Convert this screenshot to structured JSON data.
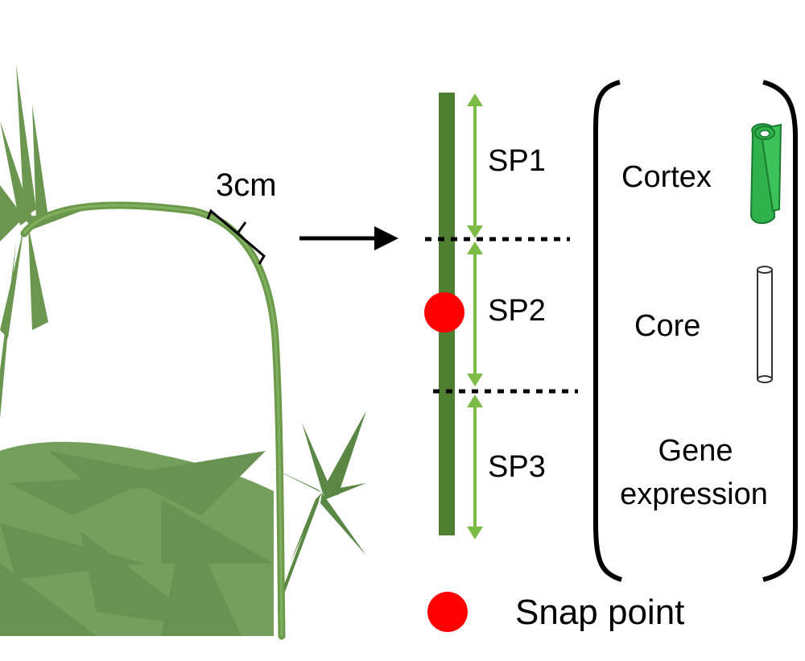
{
  "measurement_label": "3cm",
  "segments": [
    {
      "label": "SP1"
    },
    {
      "label": "SP2"
    },
    {
      "label": "SP3"
    }
  ],
  "tissues": [
    {
      "label": "Cortex",
      "icon": "green-rolled-bark-icon"
    },
    {
      "label": "Core",
      "icon": "white-cylinder-icon"
    }
  ],
  "analysis": {
    "line1": "Gene",
    "line2": "expression"
  },
  "legend": {
    "label": "Snap point"
  },
  "colors": {
    "stem_dark": "#4f7f30",
    "arrow_green": "#7dbb47",
    "snap_point": "#ff0000",
    "cortex_green": "#2fb24c",
    "plant_stem": "#6a9a4a",
    "leaf": "#5d8a45"
  }
}
